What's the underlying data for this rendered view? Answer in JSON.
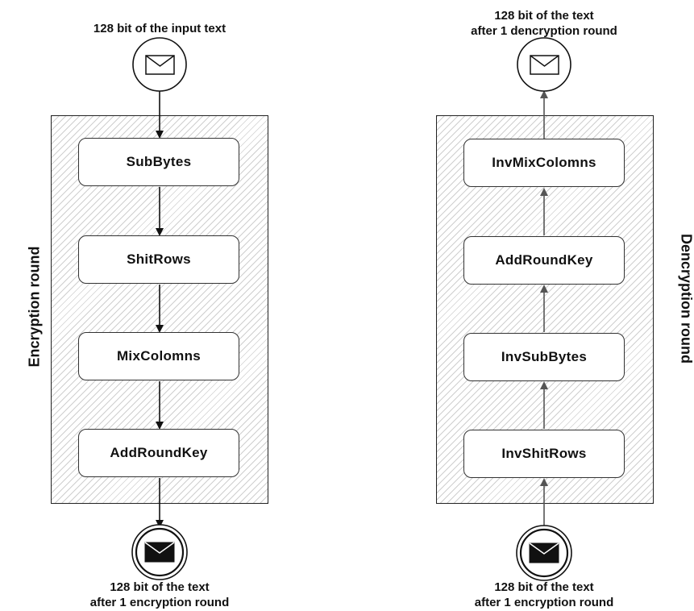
{
  "encryption": {
    "side_label": "Encryption round",
    "input_caption": "128 bit of the input text",
    "output_caption_line1": "128 bit of the text",
    "output_caption_line2": "after 1 encryption round",
    "steps": [
      "SubBytes",
      "ShitRows",
      "MixColomns",
      "AddRoundKey"
    ]
  },
  "decryption": {
    "side_label": "Dencryption round",
    "input_caption_line1": "128 bit of the text",
    "input_caption_line2": "after 1 encryption round",
    "output_caption_line1": "128 bit of the text",
    "output_caption_line2": "after 1 dencryption round",
    "steps": [
      "InvMixColomns",
      "AddRoundKey",
      "InvSubBytes",
      "InvShitRows"
    ]
  },
  "icons": {
    "start_event": "envelope-outline-icon",
    "end_event": "envelope-filled-icon"
  }
}
